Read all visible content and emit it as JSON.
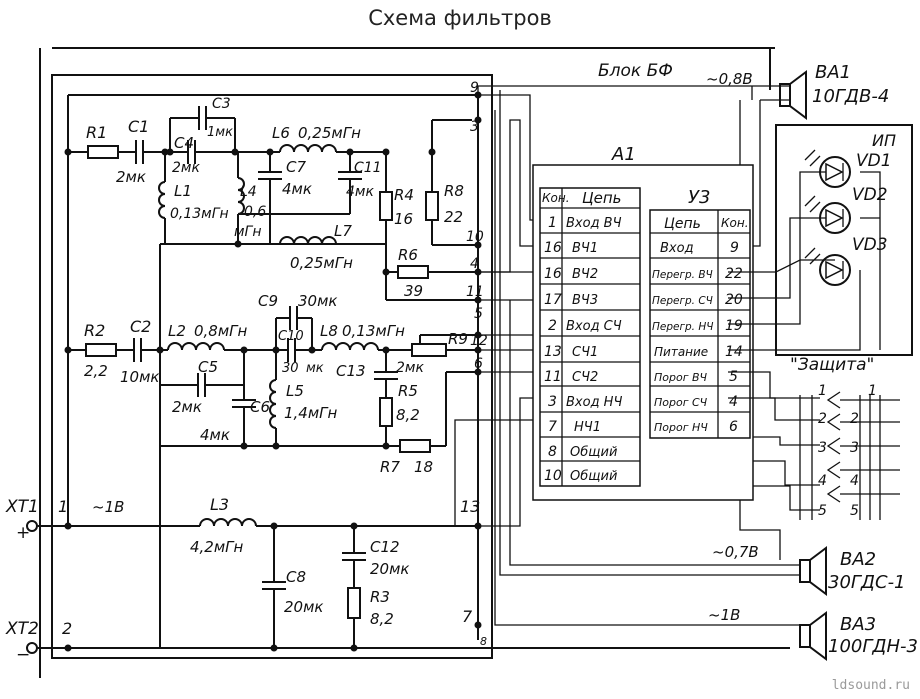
{
  "title": "Схема фильтров",
  "watermark": "ldsound.ru",
  "block_label": "Блок БФ",
  "a1": {
    "label": "А1",
    "headers": [
      "Кон.",
      "Цепь"
    ],
    "rows": [
      [
        "1",
        "Вход ВЧ"
      ],
      [
        "16",
        "ВЧ1"
      ],
      [
        "16",
        "ВЧ2"
      ],
      [
        "17",
        "ВЧ3"
      ],
      [
        "2",
        "Вход СЧ"
      ],
      [
        "13",
        "СЧ1"
      ],
      [
        "11",
        "СЧ2"
      ],
      [
        "3",
        "Вход НЧ"
      ],
      [
        "7",
        "НЧ1"
      ],
      [
        "8",
        "Общий"
      ],
      [
        "10",
        "Общий"
      ]
    ]
  },
  "u3": {
    "label": "У3",
    "headers": [
      "Цепь",
      "Кон."
    ],
    "rows": [
      [
        "Вход",
        "9"
      ],
      [
        "Перегр. ВЧ",
        "22"
      ],
      [
        "Перегр. СЧ",
        "20"
      ],
      [
        "Перегр. НЧ",
        "19"
      ],
      [
        "Питание",
        "14"
      ],
      [
        "Порог ВЧ",
        "5"
      ],
      [
        "Порог СЧ",
        "4"
      ],
      [
        "Порог НЧ",
        "6"
      ]
    ]
  },
  "components": {
    "r1": "R1",
    "c1": "C1",
    "c1_val": "2мк",
    "c3": "C3",
    "c3_val": "1мк",
    "c4": "C4",
    "c4_val": "2мк",
    "l1": "L1",
    "l1_val": "0,13мГн",
    "l4": "L4",
    "l4_val1": "0,6",
    "l4_val2": "мГн",
    "l6": "L6",
    "l6_val": "0,25мГн",
    "c7": "C7",
    "c7_val": "4мк",
    "c11": "C11",
    "c11_val": "4мк",
    "l7": "L7",
    "l7_val": "0,25мГн",
    "r4": "R4",
    "r4_val": "16",
    "r8": "R8",
    "r8_val": "22",
    "r6": "R6",
    "r6_val": "39",
    "r2": "R2",
    "r2_val": "2,2",
    "c2": "C2",
    "c2_val": "10мк",
    "l2": "L2",
    "l2_val": "0,8мГн",
    "c5": "C5",
    "c5_val": "2мк",
    "c6": "C6",
    "c6_val": "4мк",
    "c9": "C9",
    "c9_val": "30мк",
    "c10": "C10",
    "c10_val1": "30",
    "c10_val2": "мк",
    "l8": "L8",
    "l8_val": "0,13мГн",
    "l5": "L5",
    "l5_val": "1,4мГн",
    "c13": "C13",
    "c13_val": "2мк",
    "r9": "R9",
    "r5": "R5",
    "r5_val": "8,2",
    "r7": "R7",
    "r7_val": "18",
    "l3": "L3",
    "l3_val": "4,2мГн",
    "c8": "C8",
    "c8_val": "20мк",
    "c12": "C12",
    "c12_val": "20мк",
    "r3": "R3",
    "r3_val": "8,2"
  },
  "terminals": {
    "xt1": "XT1",
    "xt2": "XT2",
    "plus": "+",
    "minus": "−",
    "n1": "1",
    "n2": "2",
    "n3": "3",
    "n4": "4",
    "n5": "5",
    "n6": "6",
    "n7": "7",
    "n8": "8",
    "n9": "9",
    "n10": "10",
    "n11": "11",
    "n12": "12",
    "n13": "13"
  },
  "voltages": {
    "v_input": "~1В",
    "v_hf": "~0,8В",
    "v_mf": "~0,7В",
    "v_lf": "~1В"
  },
  "speakers": {
    "ba1": "ВА1",
    "ba1_model": "10ГДВ-4",
    "ba2": "ВА2",
    "ba2_model": "30ГДС-1",
    "ba3": "ВА3",
    "ba3_model": "100ГДН-3"
  },
  "indicator": {
    "label": "ИП",
    "vd1": "VD1",
    "vd2": "VD2",
    "vd3": "VD3"
  },
  "protection": {
    "label": "\"Защита\"",
    "numbers": [
      "1",
      "2",
      "3",
      "4",
      "5"
    ]
  }
}
